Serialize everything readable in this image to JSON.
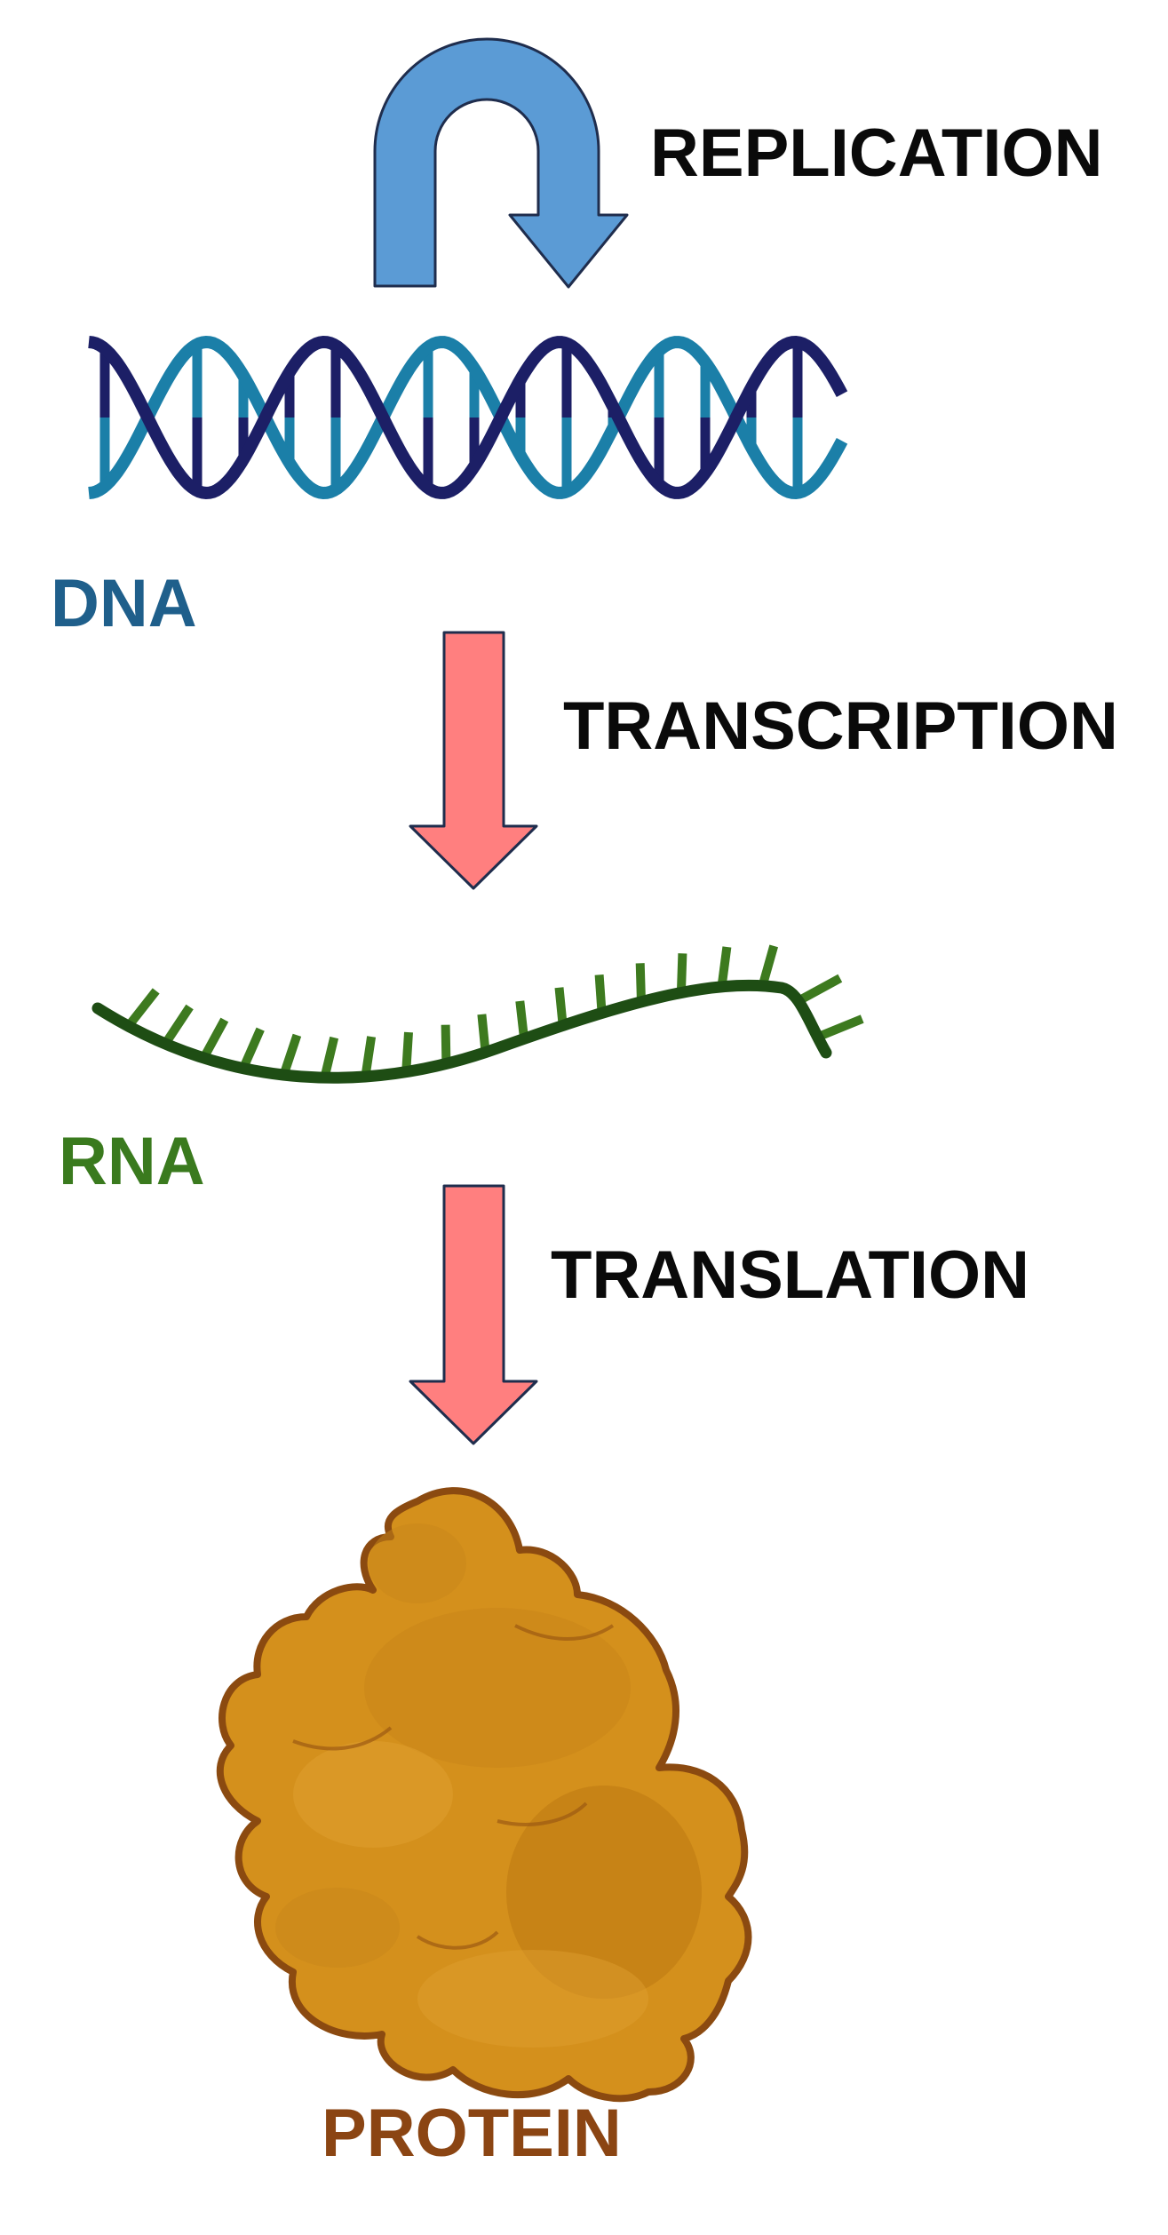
{
  "labels": {
    "replication": "REPLICATION",
    "transcription": "TRANSCRIPTION",
    "translation": "TRANSLATION",
    "dna": "DNA",
    "rna": "RNA",
    "protein": "PROTEIN"
  },
  "colors": {
    "process_text": "#0a0a0a",
    "dna_text": "#1f5f8b",
    "rna_text": "#3a7a1e",
    "protein_text": "#8b4513",
    "replication_arrow": "#5b9bd5",
    "flow_arrow": "#ff7f7f",
    "arrow_outline": "#1f2d4d",
    "dna_strand_dark": "#1c1f66",
    "dna_strand_light": "#1b7fa8",
    "rna_strand": "#1e4d14",
    "rna_bases": "#3d7a1f",
    "protein_fill": "#d4901c",
    "protein_outline": "#8b4a10"
  },
  "icons": {
    "replication_arrow": "u-turn-arrow-icon",
    "dna": "double-helix-icon",
    "rna": "single-strand-icon",
    "protein": "folded-protein-icon"
  }
}
